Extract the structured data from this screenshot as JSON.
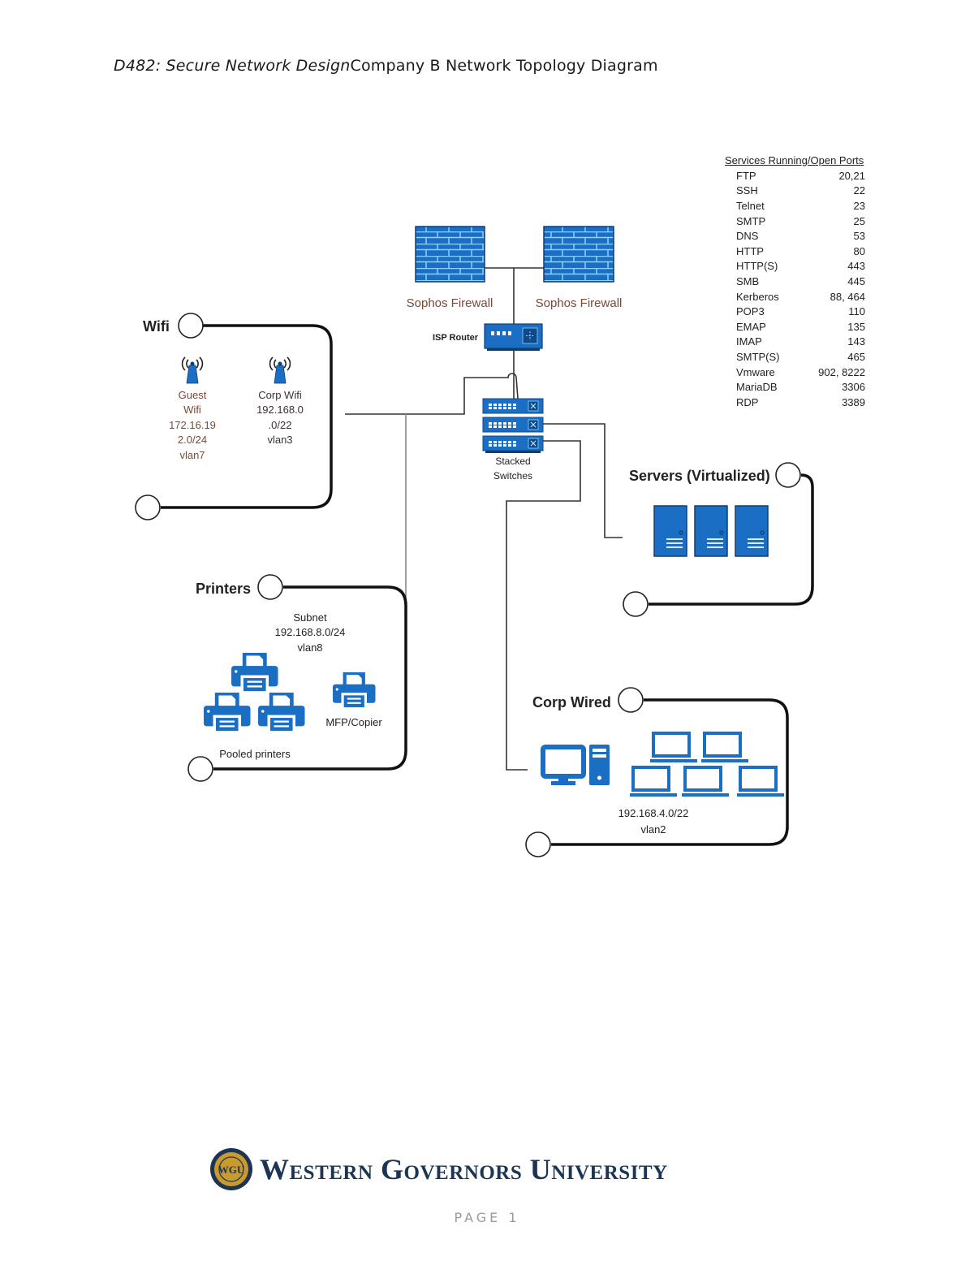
{
  "header": {
    "course": "D482: Secure Network Design",
    "title": "Company B Network Topology Diagram"
  },
  "devices": {
    "firewall_left": "Sophos Firewall",
    "firewall_right": "Sophos Firewall",
    "isp_router": "ISP Router",
    "switches_line1": "Stacked",
    "switches_line2": "Switches"
  },
  "wifi": {
    "title": "Wifi",
    "guest": [
      "Guest",
      "Wifi",
      "172.16.19",
      "2.0/24",
      "vlan7"
    ],
    "corp": [
      "Corp Wifi",
      "192.168.0",
      ".0/22",
      "vlan3"
    ]
  },
  "servers": {
    "title": "Servers (Virtualized)"
  },
  "printers": {
    "title": "Printers",
    "subnet": [
      "Subnet",
      "192.168.8.0/24",
      "vlan8"
    ],
    "pooled_label": "Pooled printers",
    "mfp_label": "MFP/Copier"
  },
  "corp_wired": {
    "title": "Corp Wired",
    "subnet": [
      "192.168.4.0/22",
      "vlan2"
    ]
  },
  "services_table": {
    "title": "Services Running/Open Ports",
    "rows": [
      {
        "service": "FTP",
        "port": "20,21"
      },
      {
        "service": "SSH",
        "port": "22"
      },
      {
        "service": "Telnet",
        "port": "23"
      },
      {
        "service": "SMTP",
        "port": "25"
      },
      {
        "service": "DNS",
        "port": "53"
      },
      {
        "service": "HTTP",
        "port": "80"
      },
      {
        "service": "HTTP(S)",
        "port": "443"
      },
      {
        "service": "SMB",
        "port": "445"
      },
      {
        "service": "Kerberos",
        "port": "88, 464"
      },
      {
        "service": "POP3",
        "port": "110"
      },
      {
        "service": "EMAP",
        "port": "135"
      },
      {
        "service": "IMAP",
        "port": "143"
      },
      {
        "service": "SMTP(S)",
        "port": "465"
      },
      {
        "service": "Vmware",
        "port": "902, 8222"
      },
      {
        "service": "MariaDB",
        "port": "3306"
      },
      {
        "service": "RDP",
        "port": "3389"
      }
    ]
  },
  "footer": {
    "university": "Western Governors University",
    "seal_text": "WGU",
    "page": "PAGE 1"
  },
  "colors": {
    "device_blue": "#1a6fc4",
    "label_brown": "#7a4a35",
    "wgu_navy": "#1c3555",
    "wgu_gold": "#c99a2e"
  }
}
